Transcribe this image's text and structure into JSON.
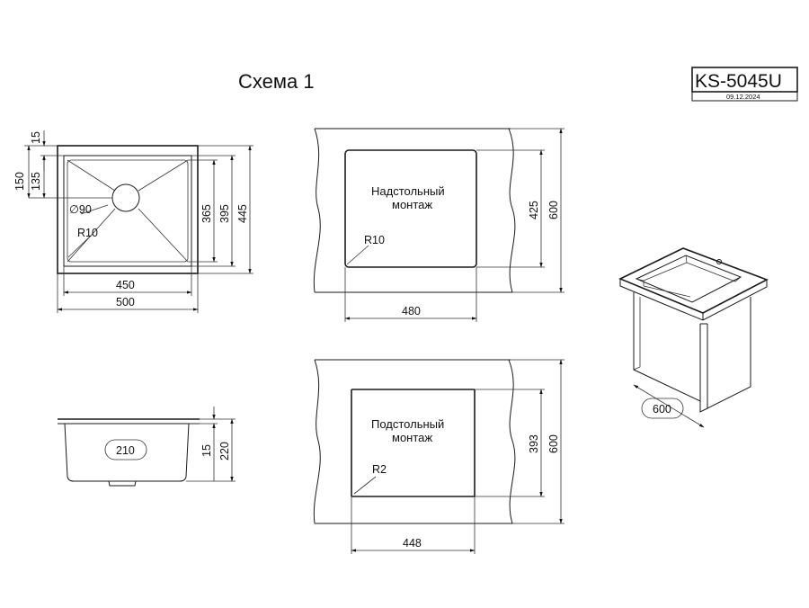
{
  "header": {
    "title": "Схема 1",
    "model": "KS-5045U",
    "date": "09.12.2024"
  },
  "top_view": {
    "dims": {
      "d15": "15",
      "d150": "150",
      "d135": "135",
      "d365": "365",
      "d395": "395",
      "d445": "445",
      "d450": "450",
      "d500": "500"
    },
    "drain_label": "∅90",
    "radius_label": "R10"
  },
  "side_view": {
    "d210": "210",
    "d15": "15",
    "d220": "220"
  },
  "top_mount": {
    "label_line1": "Надстольный",
    "label_line2": "монтаж",
    "radius_label": "R10",
    "d425": "425",
    "d600": "600",
    "d480": "480"
  },
  "under_mount": {
    "label_line1": "Подстольный",
    "label_line2": "монтаж",
    "radius_label": "R2",
    "d393": "393",
    "d600": "600",
    "d448": "448"
  },
  "iso_view": {
    "d600": "600"
  }
}
